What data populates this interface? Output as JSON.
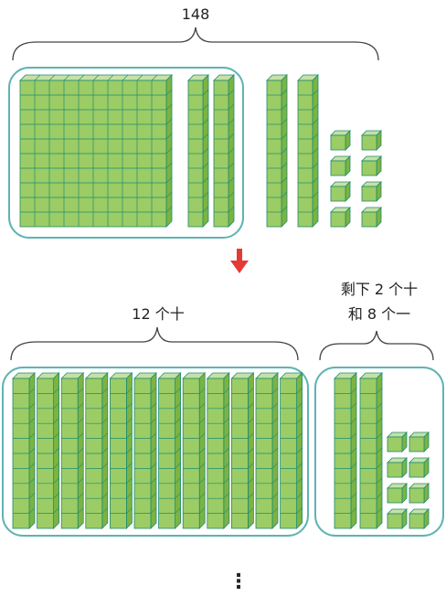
{
  "top_label": "148",
  "bottom_left_label": "12 个十",
  "bottom_right_label_line1": "剩下 2 个十",
  "bottom_right_label_line2": "和 8 个一",
  "continuation_marker": "⋮",
  "arrow_icon": "down-arrow-icon",
  "colors": {
    "cube_front": "#9ccc65",
    "cube_top": "#c5e1a5",
    "cube_side": "#7cb342",
    "cube_edge": "#1e8c6e",
    "group_border": "#5fb3b3",
    "brace": "#444444",
    "arrow": "#e53935"
  },
  "counts": {
    "top_hundreds": 1,
    "top_tens": 4,
    "top_ones": 8,
    "bottom_left_tens": 12,
    "bottom_right_tens": 2,
    "bottom_right_ones": 8
  }
}
